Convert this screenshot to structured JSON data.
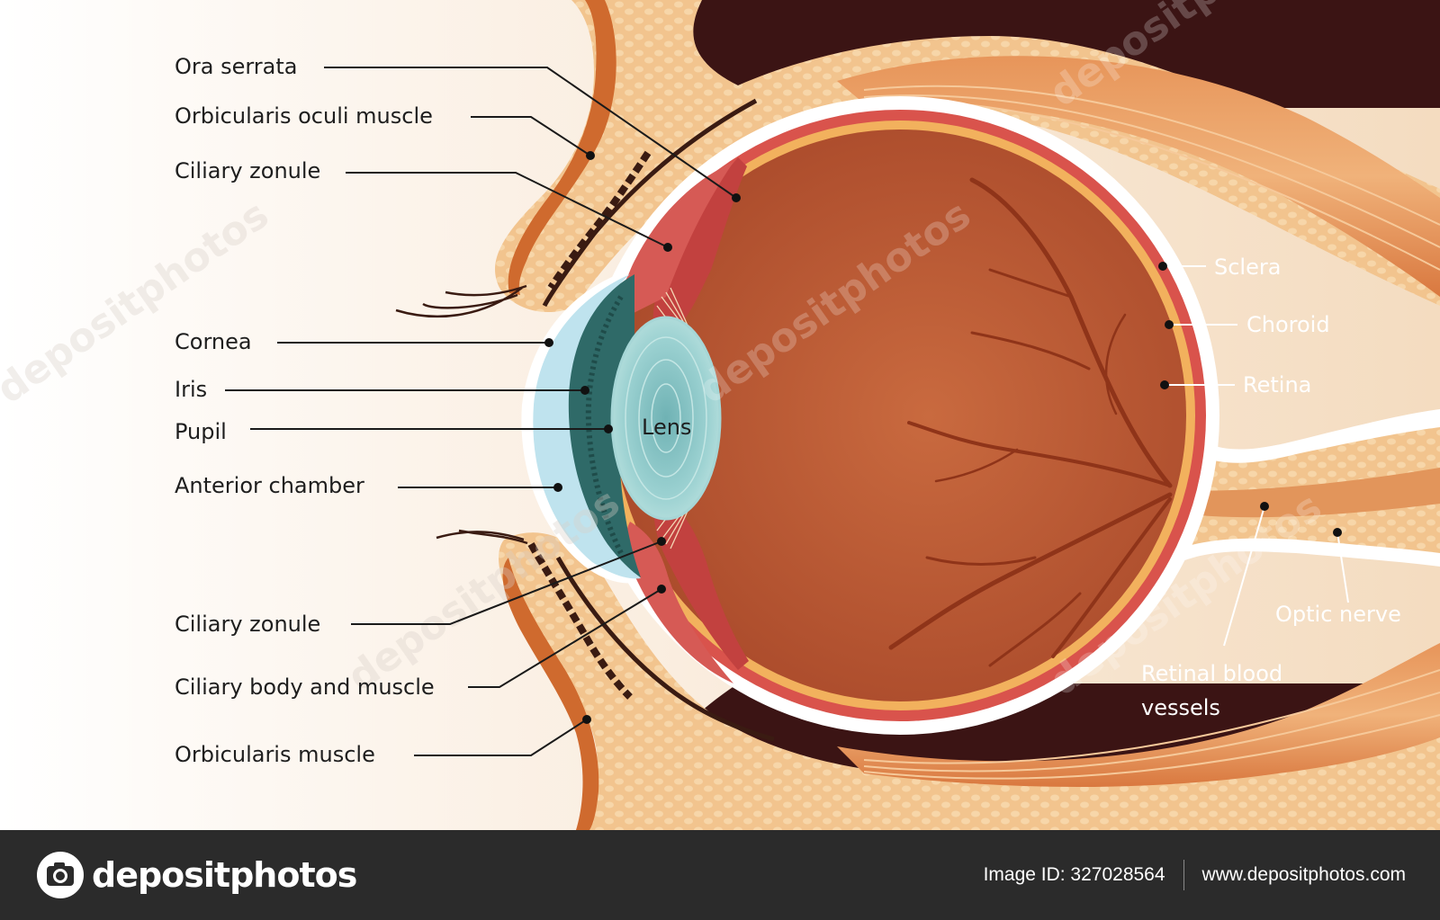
{
  "labels": {
    "ora_serrata": "Ora serrata",
    "orbicularis_oculi": "Orbicularis oculi muscle",
    "ciliary_zonule_top": "Ciliary zonule",
    "cornea": "Cornea",
    "iris": "Iris",
    "pupil": "Pupil",
    "anterior_chamber": "Anterior chamber",
    "ciliary_zonule_bottom": "Ciliary zonule",
    "ciliary_body": "Ciliary body and muscle",
    "orbicularis_muscle": "Orbicularis  muscle",
    "lens": "Lens",
    "sclera": "Sclera",
    "choroid": "Choroid",
    "retina": "Retina",
    "optic_nerve": "Optic nerve",
    "retinal_vessels_1": "Retinal blood",
    "retinal_vessels_2": "vessels"
  },
  "watermark": "depositphotos",
  "footer": {
    "brand": "depositphotos",
    "image_id": "Image ID: 327028564",
    "url": "www.depositphotos.com"
  },
  "colors": {
    "orbit_bg": "#3b1414",
    "tissue": "#f3c48b",
    "vitreous": "#c0643a",
    "choroid": "#d9534c",
    "cornea": "#bfe3ee",
    "iris": "#2f6a68",
    "lens": "#8fc9ca",
    "footer_bg": "#2b2b2b"
  }
}
